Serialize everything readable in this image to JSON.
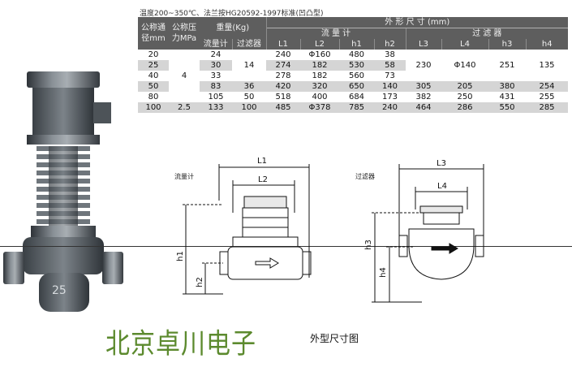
{
  "caption": "温度200~350℃、法兰按HG20592-1997标准(凹凸型)",
  "table": {
    "h_nominal_diameter_1": "公称通",
    "h_nominal_diameter_2": "径mm",
    "h_pressure_1": "公称压",
    "h_pressure_2": "力MPa",
    "h_weight": "重量(Kg)",
    "h_flowmeter_w": "流量计",
    "h_filter_w": "过滤器",
    "h_dimensions": "外 形 尺 寸 (mm)",
    "h_flowmeter_dims": "流 量 计",
    "h_filter_dims": "过 滤 器",
    "cols": [
      "L1",
      "L2",
      "h1",
      "h2",
      "L3",
      "L4",
      "h3",
      "h4"
    ],
    "rows": [
      {
        "dn": "20",
        "wf": "24",
        "L1": "240",
        "L2": "Φ160",
        "h1": "480",
        "h2": "38"
      },
      {
        "dn": "25",
        "wf": "30",
        "L1": "274",
        "L2": "182",
        "h1": "530",
        "h2": "58"
      },
      {
        "dn": "40",
        "wf": "33",
        "L1": "278",
        "L2": "182",
        "h1": "560",
        "h2": "73"
      },
      {
        "dn": "50",
        "wf": "83",
        "wfi": "36",
        "L1": "420",
        "L2": "320",
        "h1": "650",
        "h2": "140",
        "L3": "305",
        "L4": "205",
        "h3": "380",
        "h4": "254"
      },
      {
        "dn": "80",
        "wf": "105",
        "wfi": "50",
        "L1": "518",
        "L2": "400",
        "h1": "684",
        "h2": "173",
        "L3": "382",
        "L4": "250",
        "h3": "431",
        "h4": "255"
      },
      {
        "dn": "100",
        "pn": "2.5",
        "wf": "133",
        "wfi": "100",
        "L1": "485",
        "L2": "Φ378",
        "h1": "785",
        "h2": "240",
        "L3": "464",
        "L4": "286",
        "h3": "550",
        "h4": "285"
      }
    ],
    "merged_pn": "4",
    "merged_wfi": "14",
    "merged_L3": "230",
    "merged_L4": "Φ140",
    "merged_h3": "251",
    "merged_h4": "135"
  },
  "photo": {
    "plate_text": "25",
    "watermark": "北京卓川电子"
  },
  "diagram": {
    "flowmeter_label": "流量计",
    "filter_label": "过滤器",
    "L1": "L1",
    "L2": "L2",
    "L3": "L3",
    "L4": "L4",
    "h1": "h1",
    "h2": "h2",
    "h3": "h3",
    "h4": "h4",
    "title": "外型尺寸图"
  }
}
